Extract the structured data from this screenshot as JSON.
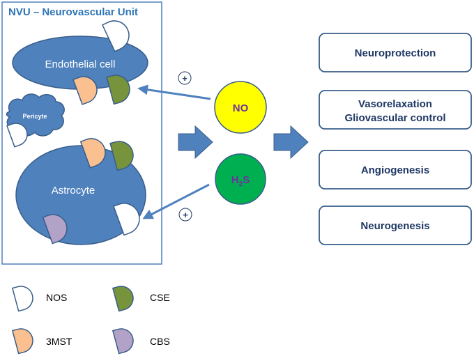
{
  "nvu": {
    "title": "NVU – Neurovascular Unit",
    "endothelial_cell": "Endothelial cell",
    "pericyte": "Pericyte",
    "astrocyte": "Astrocyte"
  },
  "mediators": {
    "no": "NO",
    "h2s_main": "H",
    "h2s_sub": "2",
    "h2s_end": "S",
    "plus": "+"
  },
  "outcomes": [
    {
      "line1": "Neuroprotection",
      "line2": ""
    },
    {
      "line1": "Vasorelaxation",
      "line2": "Gliovascular control"
    },
    {
      "line1": "Angiogenesis",
      "line2": ""
    },
    {
      "line1": "Neurogenesis",
      "line2": ""
    }
  ],
  "legend": {
    "nos": "NOS",
    "cse": "CSE",
    "mst": "3MST",
    "cbs": "CBS"
  },
  "colors": {
    "cell_fill": "#4f81bd",
    "cell_stroke": "#385d8a",
    "title_color": "#2e75b6",
    "no_fill": "#ffff00",
    "h2s_fill": "#00b050",
    "h2s_text": "#7030a0",
    "outcome_text": "#1f3864",
    "nos_fill": "#ffffff",
    "cse_fill": "#77933c",
    "mst_fill": "#fac090",
    "cbs_fill": "#b3a2c7"
  }
}
